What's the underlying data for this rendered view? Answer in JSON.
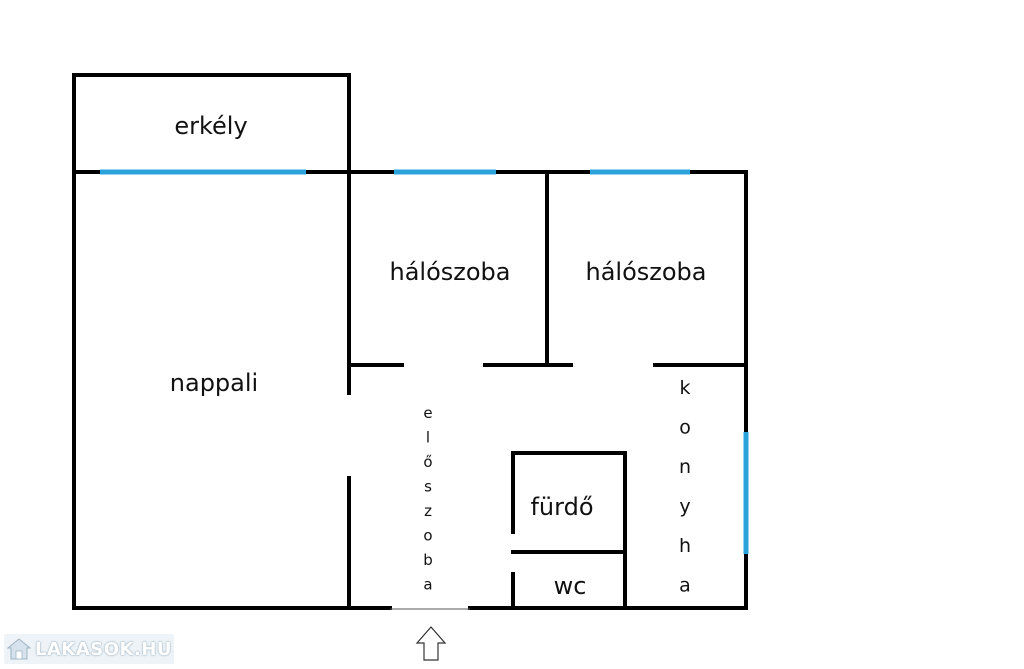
{
  "rooms": {
    "erkely": "erkély",
    "nappali": "nappali",
    "haloszoba_1": "hálószoba",
    "haloszoba_2": "hálószoba",
    "furdo": "fürdő",
    "wc": "wc"
  },
  "eloszoba_letters": [
    "e",
    "l",
    "ő",
    "s",
    "z",
    "o",
    "b",
    "a"
  ],
  "konyha_letters": [
    "k",
    "o",
    "n",
    "y",
    "h",
    "a"
  ],
  "logo_text": "LAKASOK.HU",
  "colors": {
    "wall": "#000000",
    "window": "#2aa3dc",
    "background": "#ffffff"
  }
}
